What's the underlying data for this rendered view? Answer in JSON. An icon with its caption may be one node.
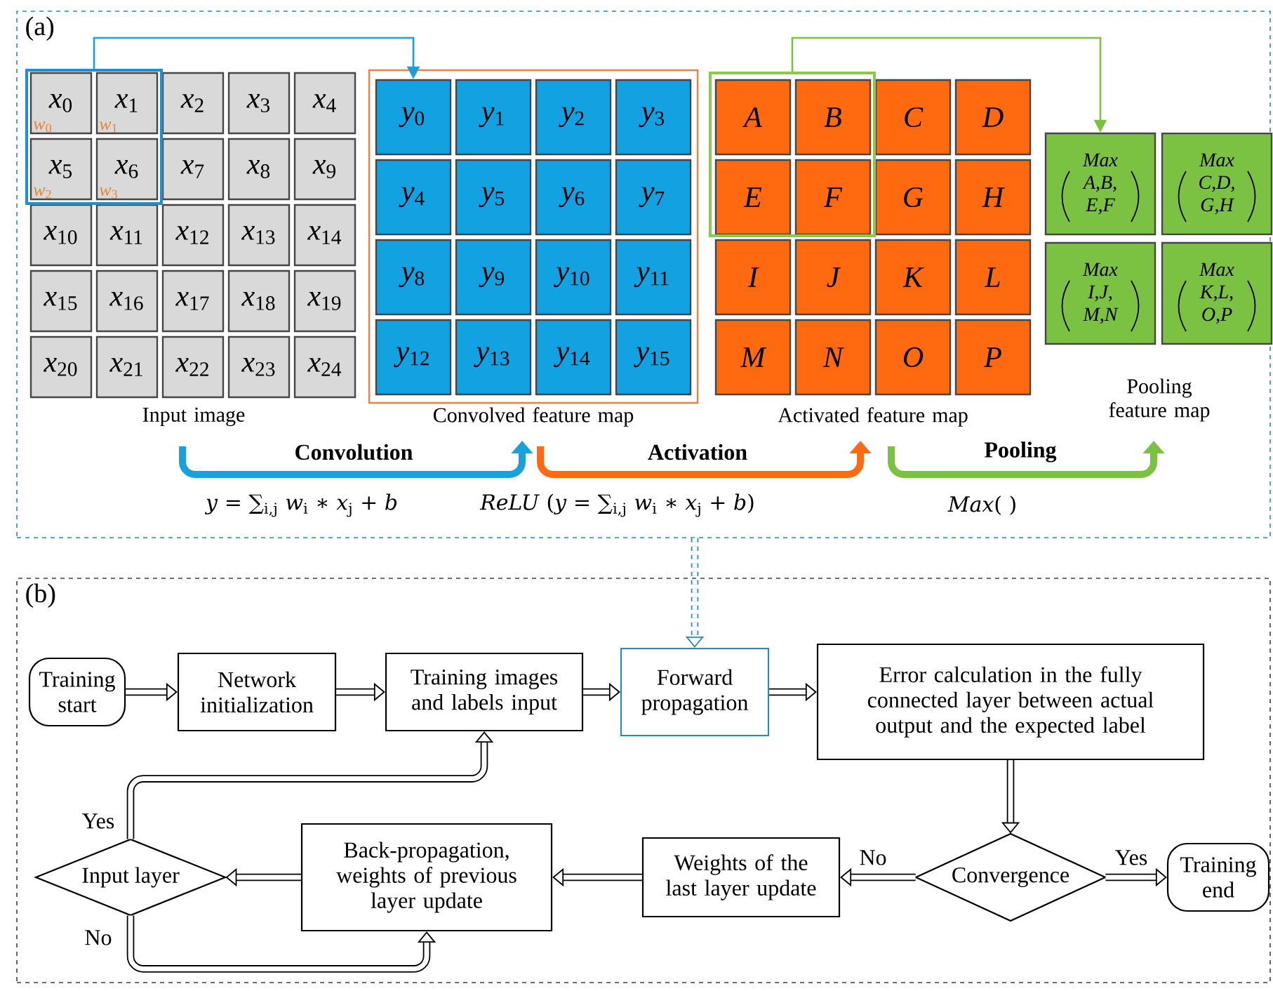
{
  "diagram": {
    "nodes": [
      {
        "text": [
          "(a)"
        ]
      },
      {
        "text": [],
        "shape": "box",
        "in": 0
      },
      {
        "text": [
          "*x*$_{0}$",
          "*w*$_{0}$"
        ],
        "in": 1
      },
      {
        "text": [
          "*x*$_{1}$",
          "*w*$_{1}$"
        ],
        "in": 1
      },
      {
        "text": [
          "*x*$_{2}$"
        ],
        "in": 0
      },
      {
        "text": [
          "*x*$_{3}$"
        ],
        "in": 0
      },
      {
        "text": [
          "*x*$_{4}$"
        ],
        "in": 0
      },
      {
        "text": [
          "*x*$_{5}$",
          "*w*$_{2}$"
        ],
        "in": 1
      },
      {
        "text": [
          "*x*$_{6}$",
          "*w*$_{3}$"
        ],
        "in": 1
      },
      {
        "text": [
          "*x*$_{7}$"
        ],
        "in": 0
      },
      {
        "text": [
          "*x*$_{8}$"
        ],
        "in": 0
      },
      {
        "text": [
          "*x*$_{9}$"
        ],
        "in": 0
      },
      {
        "text": [
          "*x*$_{10}$"
        ],
        "in": 0
      },
      {
        "text": [
          "*x*$_{11}$"
        ],
        "in": 0
      },
      {
        "text": [
          "*x*$_{12}$"
        ],
        "in": 0
      },
      {
        "text": [
          "*x*$_{13}$"
        ],
        "in": 0
      },
      {
        "text": [
          "*x*$_{14}$"
        ],
        "in": 0
      },
      {
        "text": [
          "*x*$_{15}$"
        ],
        "in": 0
      },
      {
        "text": [
          "*x*$_{16}$"
        ],
        "in": 0
      },
      {
        "text": [
          "*x*$_{17}$"
        ],
        "in": 0
      },
      {
        "text": [
          "*x*$_{18}$"
        ],
        "in": 0
      },
      {
        "text": [
          "*x*$_{19}$"
        ],
        "in": 0
      },
      {
        "text": [
          "*x*$_{20}$"
        ],
        "in": 0
      },
      {
        "text": [
          "*x*$_{21}$"
        ],
        "in": 0
      },
      {
        "text": [
          "*x*$_{22}$"
        ],
        "in": 0
      },
      {
        "text": [
          "*x*$_{23}$"
        ],
        "in": 0
      },
      {
        "text": [
          "*x*$_{24}$"
        ],
        "in": 0
      },
      {
        "text": [],
        "shape": "box",
        "in": 0
      },
      {
        "text": [
          "*y*$_{0}$"
        ],
        "in": 27
      },
      {
        "text": [
          "*y*$_{1}$"
        ],
        "in": 27
      },
      {
        "text": [
          "*y*$_{2}$"
        ],
        "in": 27
      },
      {
        "text": [
          "*y*$_{3}$"
        ],
        "in": 27
      },
      {
        "text": [
          "*y*$_{4}$"
        ],
        "in": 27
      },
      {
        "text": [
          "*y*$_{5}$"
        ],
        "in": 27
      },
      {
        "text": [
          "*y*$_{6}$"
        ],
        "in": 27
      },
      {
        "text": [
          "*y*$_{7}$"
        ],
        "in": 27
      },
      {
        "text": [
          "*y*$_{8}$"
        ],
        "in": 27
      },
      {
        "text": [
          "*y*$_{9}$"
        ],
        "in": 27
      },
      {
        "text": [
          "*y*$_{10}$"
        ],
        "in": 27
      },
      {
        "text": [
          "*y*$_{11}$"
        ],
        "in": 27
      },
      {
        "text": [
          "*y*$_{12}$"
        ],
        "in": 27
      },
      {
        "text": [
          "*y*$_{13}$"
        ],
        "in": 27
      },
      {
        "text": [
          "*y*$_{14}$"
        ],
        "in": 27
      },
      {
        "text": [
          "*y*$_{15}$"
        ],
        "in": 27
      },
      {
        "text": [],
        "shape": "box",
        "in": 0
      },
      {
        "text": [
          "A"
        ],
        "in": 44
      },
      {
        "text": [
          "B"
        ],
        "in": 44
      },
      {
        "text": [
          "C"
        ],
        "in": 0
      },
      {
        "text": [
          "D"
        ],
        "in": 0
      },
      {
        "text": [
          "E"
        ],
        "in": 44
      },
      {
        "text": [
          "F"
        ],
        "in": 44
      },
      {
        "text": [
          "G"
        ],
        "in": 0
      },
      {
        "text": [
          "H"
        ],
        "in": 0
      },
      {
        "text": [
          "I"
        ],
        "in": 0
      },
      {
        "text": [
          "J"
        ],
        "in": 0
      },
      {
        "text": [
          "K"
        ],
        "in": 0
      },
      {
        "text": [
          "L"
        ],
        "in": 0
      },
      {
        "text": [
          "M"
        ],
        "in": 0
      },
      {
        "text": [
          "N"
        ],
        "in": 0
      },
      {
        "text": [
          "O"
        ],
        "in": 0
      },
      {
        "text": [
          "P"
        ],
        "in": 0
      },
      {
        "text": [
          "Max",
          "A,B, E,F"
        ],
        "in": 0
      },
      {
        "text": [
          "Max",
          "C,D, G,H"
        ],
        "in": 0
      },
      {
        "text": [
          "Max",
          "I,J, M,N"
        ],
        "in": 0
      },
      {
        "text": [
          "Max",
          "K,L, O,P"
        ],
        "in": 0
      },
      {
        "text": [
          "(b)"
        ]
      },
      {
        "text": [
          "Training start"
        ],
        "in": 65
      },
      {
        "text": [
          "Network initialization"
        ],
        "in": 65
      },
      {
        "text": [
          "Training images and labels input"
        ],
        "in": 65
      },
      {
        "text": [
          "Forward propagation"
        ],
        "in": 65
      },
      {
        "text": [
          "Error calculation in the fully connected layer between actual output and the expected label"
        ],
        "in": 65
      },
      {
        "text": [
          "Convergence"
        ],
        "in": 65
      },
      {
        "text": [
          "Training end"
        ],
        "in": 65
      },
      {
        "text": [
          "Weights of the last layer update"
        ],
        "in": 65
      },
      {
        "text": [
          "Back-propagation, weights of previous layer update"
        ],
        "in": 65
      },
      {
        "text": [
          "Input layer"
        ],
        "in": 65
      }
    ],
    "edges": [
      {
        "from": 1,
        "to": 28,
        "arrow": "to",
        "color": "#1ca0dc"
      },
      {
        "from": 44,
        "to": 61,
        "arrow": "to",
        "color": "#7cc242"
      },
      {
        "from": 0,
        "to": 69,
        "arrow": "to",
        "style": "dashed",
        "color": "#2e86c1"
      },
      {
        "from": 66,
        "to": 67,
        "arrow": "to"
      },
      {
        "from": 67,
        "to": 68,
        "arrow": "to"
      },
      {
        "from": 68,
        "to": 69,
        "arrow": "to"
      },
      {
        "from": 69,
        "to": 70,
        "arrow": "to"
      },
      {
        "from": 70,
        "to": 71,
        "arrow": "to"
      },
      {
        "from": 71,
        "to": 72,
        "arrow": "to",
        "label": "Yes"
      },
      {
        "from": 71,
        "to": 73,
        "arrow": "to",
        "label": "No"
      },
      {
        "from": 73,
        "to": 74,
        "arrow": "to"
      },
      {
        "from": 74,
        "to": 75,
        "arrow": "to"
      },
      {
        "from": 75,
        "to": 68,
        "arrow": "to",
        "label": "Yes"
      },
      {
        "from": 75,
        "to": 74,
        "arrow": "to",
        "label": "No"
      }
    ],
    "labels": [
      "Input image",
      "Convolved feature map",
      "Activated feature map",
      "Pooling feature map",
      "Convolution",
      "Activation",
      "Pooling",
      "*y* = ∑$_{i,j}$ *w*$_{i}$ ∗ *x*$_{j}$ + *b*",
      "*ReLU* (*y* = ∑$_{i,j}$ *w*$_{i}$ ∗ *x*$_{j}$ + *b*)",
      "*Max*( )"
    ]
  }
}
